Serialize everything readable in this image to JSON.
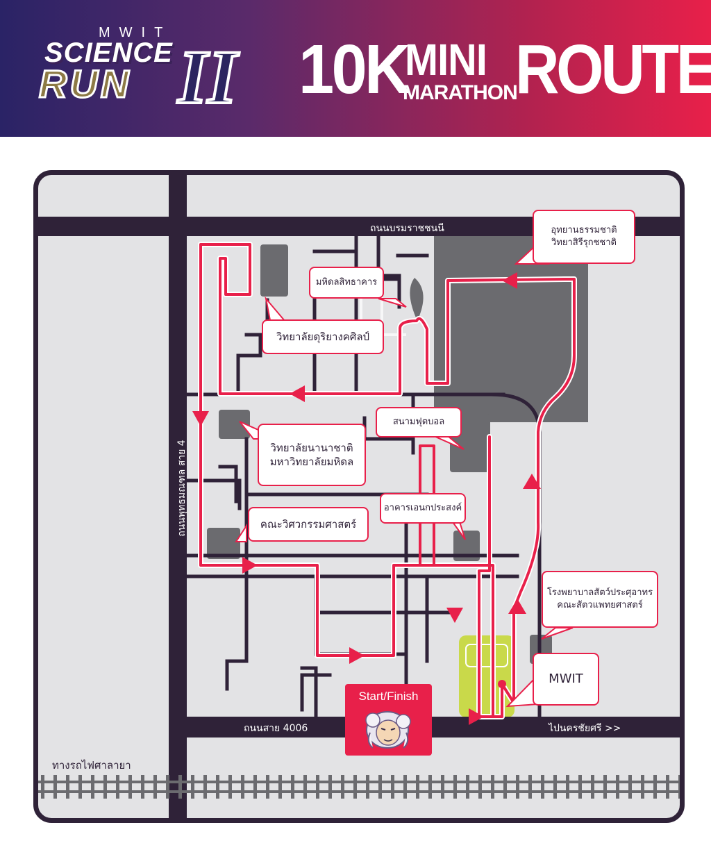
{
  "header": {
    "logo_top": "MWIT",
    "logo_science": "SCIENCE",
    "logo_run": "RUN",
    "logo_numeral": "II",
    "title_big": "10K",
    "title_mini": "MINI",
    "title_marathon": "MARATHON",
    "title_route": "ROUTE"
  },
  "roads": {
    "top": "ถนนบรมราชชนนี",
    "left": "ถนนพุทธมณฑล สาย 4",
    "bottom": "ถนนสาย 4006",
    "bottom_right": "ไปนครชัยศรี >>",
    "railway": "ทางรถไฟศาลายา"
  },
  "places": {
    "park": "อุทยานธรรมชาติ\nวิทยาสิรีรุกชชาติ",
    "mosque": "มหิดลสิทธาคาร",
    "music_college": "วิทยาลัยดุริยางคศิลป์",
    "football": "สนามฟุตบอล",
    "intl_college": "วิทยาลัยนานาชาติ\nมหาวิทยาลัยมหิดล",
    "multipurpose": "อาคารเอนกประสงค์",
    "engineering": "คณะวิศวกรรมศาสตร์",
    "vet_hospital": "โรงพยาบาลสัตว์ประศุอาทร\nคณะสัตวแพทยศาสตร์",
    "mwit": "MWIT",
    "start": "Start/Finish"
  },
  "colors": {
    "route": "#e8204a",
    "road": "#2f2238",
    "building": "#6b6b6f",
    "land": "#e3e3e5",
    "school": "#c9d94a"
  }
}
